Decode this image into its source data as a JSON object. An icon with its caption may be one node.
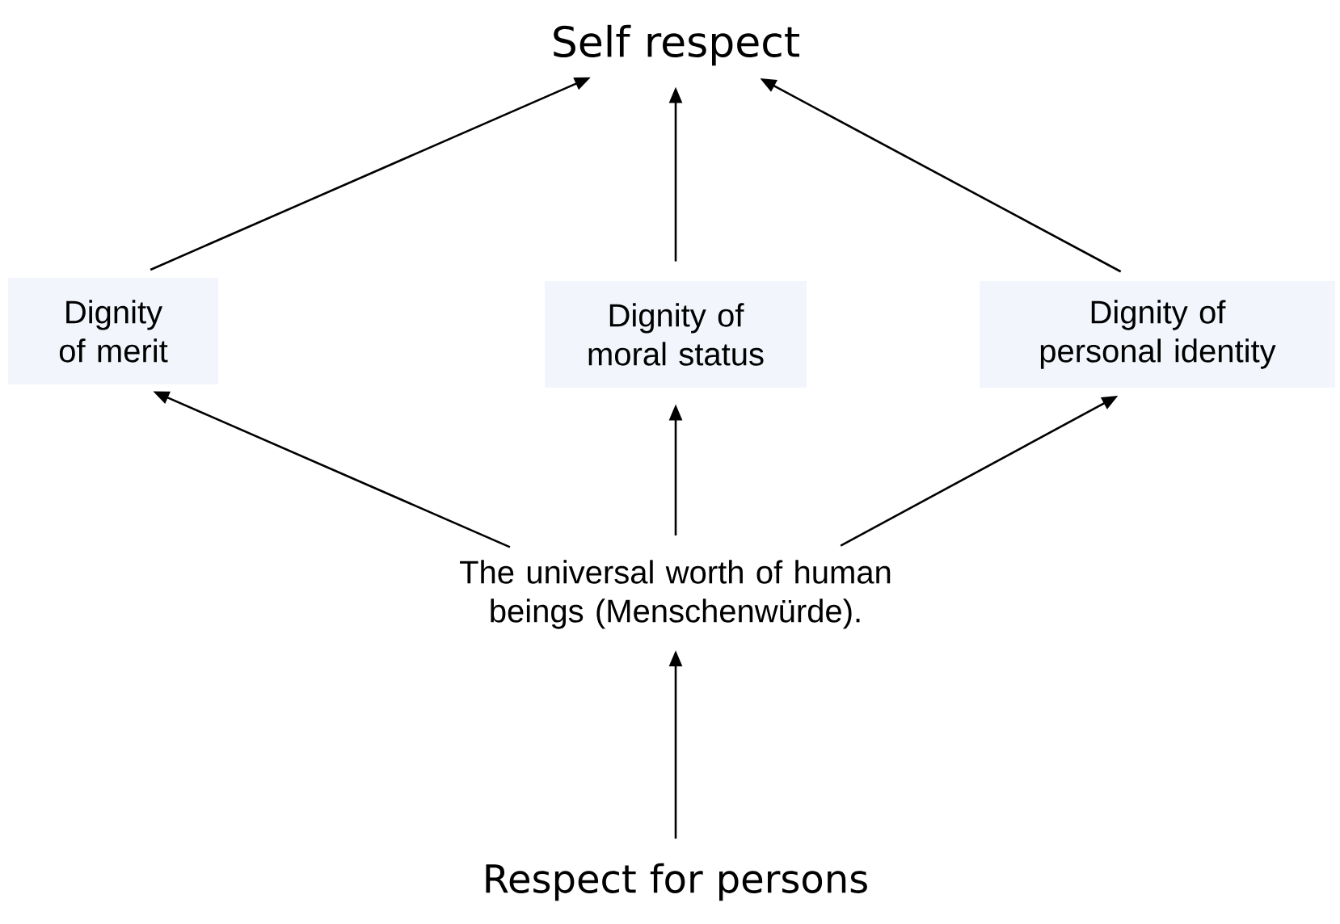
{
  "diagram": {
    "nodes": [
      {
        "text": [
          "Self respect"
        ]
      },
      {
        "text": [
          "Dignity of merit"
        ]
      },
      {
        "text": [
          "Dignity of moral status"
        ]
      },
      {
        "text": [
          "Dignity of personal identity"
        ]
      },
      {
        "text": [
          "The universal worth of human beings (Menschenwürde)."
        ]
      },
      {
        "text": [
          "Respect for persons"
        ]
      }
    ],
    "edges": [
      {
        "from": 1,
        "to": 0,
        "arrow": "to"
      },
      {
        "from": 2,
        "to": 0,
        "arrow": "to"
      },
      {
        "from": 3,
        "to": 0,
        "arrow": "to"
      },
      {
        "from": 4,
        "to": 1,
        "arrow": "to"
      },
      {
        "from": 4,
        "to": 2,
        "arrow": "to"
      },
      {
        "from": 4,
        "to": 3,
        "arrow": "to"
      },
      {
        "from": 5,
        "to": 4,
        "arrow": "to"
      }
    ]
  }
}
